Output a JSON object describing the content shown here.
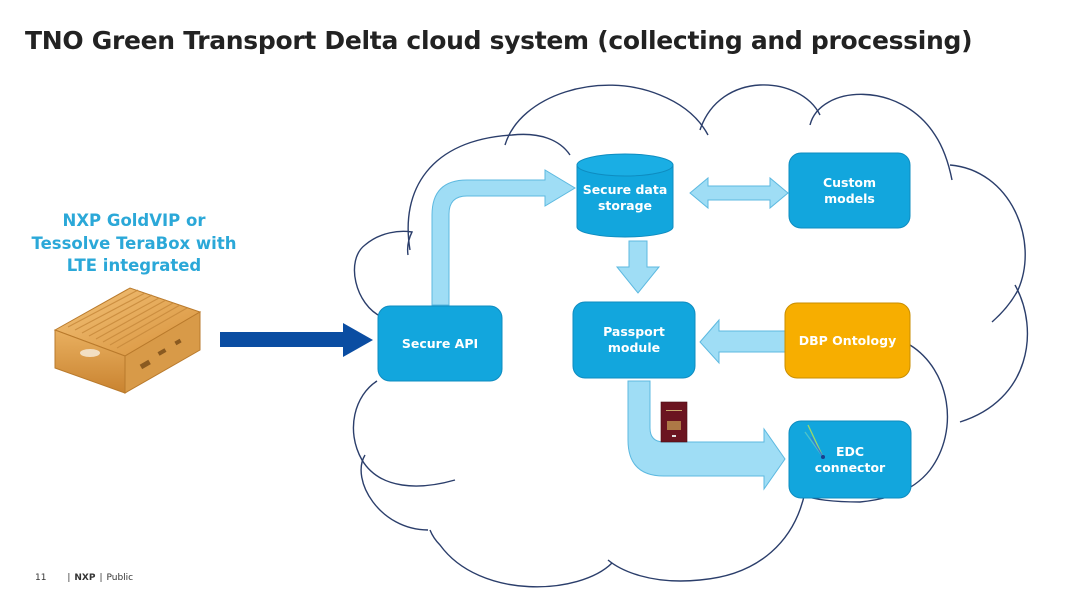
{
  "slide": {
    "title": "TNO Green Transport Delta cloud system (collecting and processing)"
  },
  "device": {
    "label_lines": [
      "NXP GoldVIP or",
      "Tessolve TeraBox with",
      "LTE integrated"
    ],
    "image": "gold-terabox-device-image"
  },
  "nodes": {
    "secure_api": "Secure API",
    "secure_storage_line1": "Secure data",
    "secure_storage_line2": "storage",
    "custom_models_line1": "Custom",
    "custom_models_line2": "models",
    "passport_line1": "Passport",
    "passport_line2": "module",
    "dbp_ontology": "DBP Ontology",
    "edc_line1": "EDC",
    "edc_line2": "connector"
  },
  "colors": {
    "node_blue": "#12A6DD",
    "node_border": "#0E8CC0",
    "ontology_orange": "#F7AE00",
    "flow_arrow_light": "#9FDDF5",
    "device_arrow_navy": "#0A4DA2",
    "cloud_outline": "#2B3E6B",
    "label_cyan": "#2BA8D8"
  },
  "footer": {
    "page_number": "11",
    "brand": "NXP",
    "classification": "Public"
  }
}
